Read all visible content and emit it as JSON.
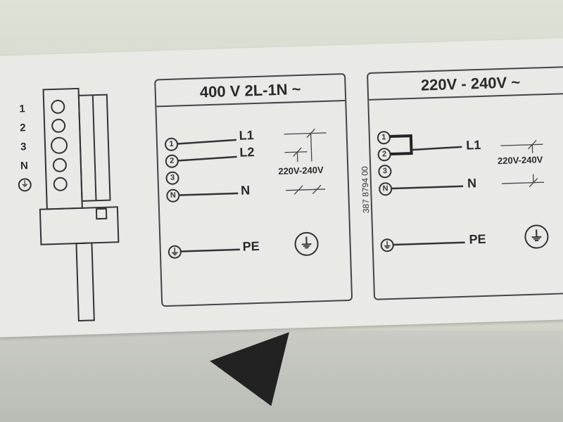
{
  "terminal_block": {
    "labels": [
      "1",
      "2",
      "3",
      "N"
    ],
    "ground": "earth-symbol"
  },
  "panel_400v": {
    "title": "400 V  2L-1N ~",
    "terminals": [
      "1",
      "2",
      "3",
      "N"
    ],
    "lines": {
      "l1": "L1",
      "l2": "L2",
      "n": "N",
      "pe": "PE"
    },
    "voltage_note": "220V-240V"
  },
  "part_code": "387 8794 00",
  "panel_230v": {
    "title": "220V - 240V ~",
    "terminals": [
      "1",
      "2",
      "3",
      "N"
    ],
    "lines": {
      "l1": "L1",
      "n": "N",
      "pe": "PE"
    },
    "voltage_note": "220V-240V"
  },
  "colors": {
    "ink": "#2a2a2a",
    "label": "#e9eae6"
  }
}
